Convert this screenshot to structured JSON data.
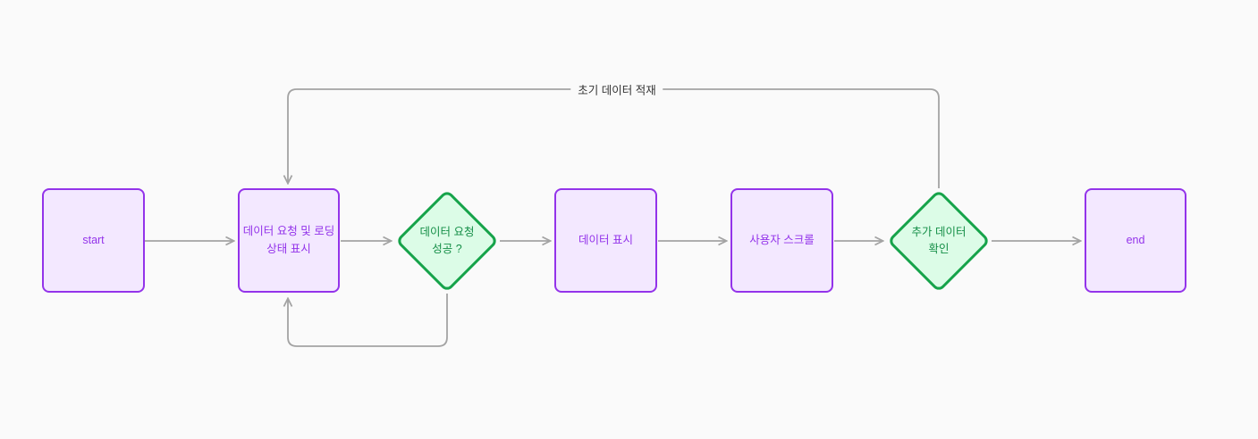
{
  "diagram": {
    "type": "flowchart",
    "direction": "left-to-right"
  },
  "nodes": [
    {
      "id": "start",
      "shape": "rect",
      "label": "start"
    },
    {
      "id": "request-loading",
      "shape": "rect",
      "label": "데이터 요청 및 로딩\n상태 표시"
    },
    {
      "id": "request-success",
      "shape": "diamond",
      "label": "데이터 요청\n성공 ?"
    },
    {
      "id": "data-display",
      "shape": "rect",
      "label": "데이터 표시"
    },
    {
      "id": "user-scroll",
      "shape": "rect",
      "label": "사용자 스크롤"
    },
    {
      "id": "more-data-check",
      "shape": "diamond",
      "label": "추가 데이터\n확인"
    },
    {
      "id": "end",
      "shape": "rect",
      "label": "end"
    }
  ],
  "edges": [
    {
      "from": "start",
      "to": "request-loading",
      "label": ""
    },
    {
      "from": "request-loading",
      "to": "request-success",
      "label": ""
    },
    {
      "from": "request-success",
      "to": "data-display",
      "label": ""
    },
    {
      "from": "data-display",
      "to": "user-scroll",
      "label": ""
    },
    {
      "from": "user-scroll",
      "to": "more-data-check",
      "label": ""
    },
    {
      "from": "more-data-check",
      "to": "end",
      "label": ""
    },
    {
      "from": "more-data-check",
      "to": "request-loading",
      "label": "초기 데이터 적재"
    },
    {
      "from": "request-success",
      "to": "request-loading",
      "label": ""
    }
  ],
  "colors": {
    "bg": "#fafafa",
    "edge": "#a3a3a3",
    "edge_label_text": "#333333",
    "purple_border": "#9333ea",
    "purple_fill": "#f3e8ff",
    "purple_text": "#9333ea",
    "green_border": "#16a34a",
    "green_fill": "#dcfce7",
    "green_text": "#168f48"
  }
}
